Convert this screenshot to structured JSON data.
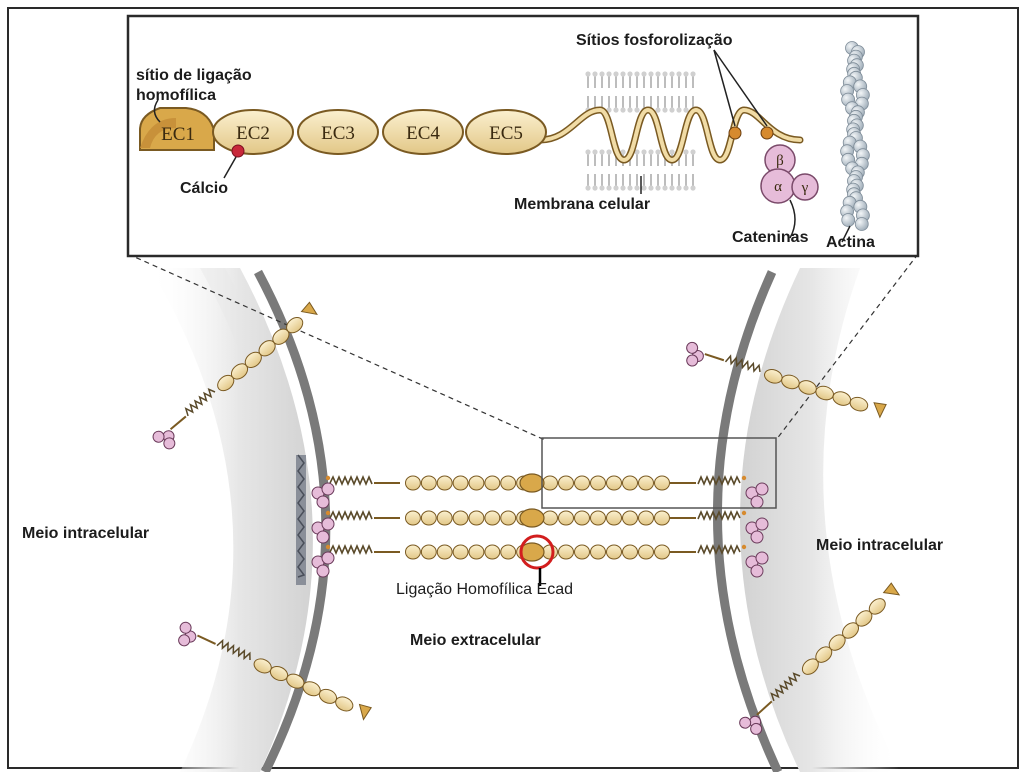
{
  "inset": {
    "labels": {
      "binding_site": "sítio de ligação homofílica",
      "calcium": "Cálcio",
      "phospho_sites": "Sítios fosforolização",
      "membrane": "Membrana celular",
      "catenins": "Cateninas",
      "actin": "Actina"
    },
    "domains": [
      "EC1",
      "EC2",
      "EC3",
      "EC4",
      "EC5"
    ],
    "catenin_symbols": [
      "β",
      "α",
      "γ"
    ]
  },
  "main": {
    "labels": {
      "left_cell": "Meio intracelular",
      "right_cell": "Meio intracelular",
      "extracellular": "Meio extracelular",
      "homophilic_binding": "Ligação Homofílica Ecad"
    }
  },
  "colors": {
    "domain_fill": "#f1dca6",
    "domain_stroke": "#7a5a22",
    "ec1_fill": "#d9a84a",
    "calcium": "#c8283a",
    "catenin": "#e6bcd9",
    "actin": "#c5d0da",
    "membrane": "#7a7a7a",
    "highlight_circle": "#d21e1e"
  }
}
